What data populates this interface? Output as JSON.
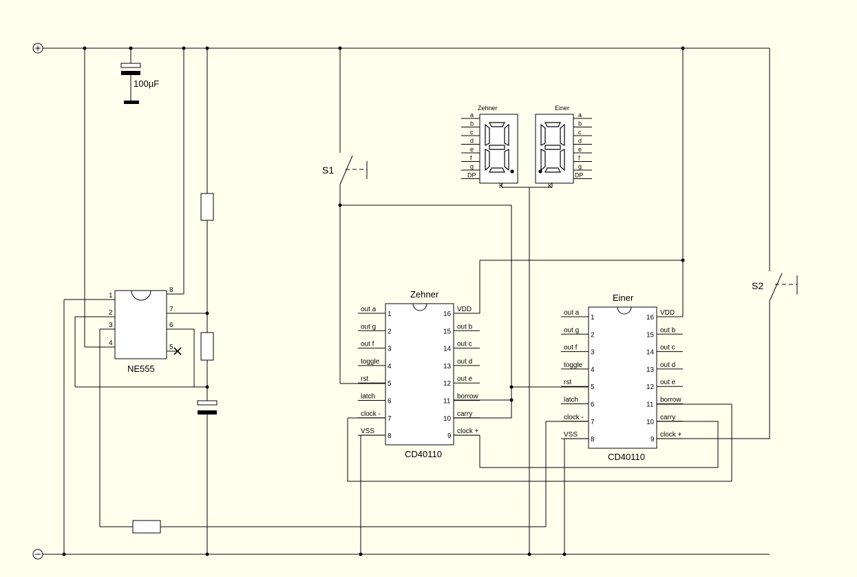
{
  "rails": {
    "plus_symbol": "+",
    "minus_symbol": "−"
  },
  "capacitor": {
    "value": "100µF"
  },
  "timer": {
    "name": "NE555",
    "left_pins": [
      "1",
      "2",
      "3",
      "4"
    ],
    "right_pins": [
      "8",
      "7",
      "6",
      "5"
    ]
  },
  "switches": {
    "s1": "S1",
    "s2": "S2"
  },
  "counter_tens": {
    "title": "Zehner",
    "name": "CD40110",
    "left": [
      {
        "label": "out a",
        "num": "1"
      },
      {
        "label": "out g",
        "num": "2"
      },
      {
        "label": "out f",
        "num": "3"
      },
      {
        "label": "toggle",
        "num": "4"
      },
      {
        "label": "rst",
        "num": "5"
      },
      {
        "label": "latch",
        "num": "6"
      },
      {
        "label": "clock -",
        "num": "7"
      },
      {
        "label": "VSS",
        "num": "8"
      }
    ],
    "right": [
      {
        "label": "VDD",
        "num": "16"
      },
      {
        "label": "out b",
        "num": "15"
      },
      {
        "label": "out c",
        "num": "14"
      },
      {
        "label": "out d",
        "num": "13"
      },
      {
        "label": "out e",
        "num": "12"
      },
      {
        "label": "borrow",
        "num": "11"
      },
      {
        "label": "carry",
        "num": "10"
      },
      {
        "label": "clock +",
        "num": "9"
      }
    ]
  },
  "counter_units": {
    "title": "Einer",
    "name": "CD40110",
    "left": [
      {
        "label": "out a",
        "num": "1"
      },
      {
        "label": "out g",
        "num": "2"
      },
      {
        "label": "out f",
        "num": "3"
      },
      {
        "label": "toggle",
        "num": "4"
      },
      {
        "label": "rst",
        "num": "5"
      },
      {
        "label": "latch",
        "num": "6"
      },
      {
        "label": "clock -",
        "num": "7"
      },
      {
        "label": "VSS",
        "num": "8"
      }
    ],
    "right": [
      {
        "label": "VDD",
        "num": "16"
      },
      {
        "label": "out b",
        "num": "15"
      },
      {
        "label": "out c",
        "num": "14"
      },
      {
        "label": "out d",
        "num": "13"
      },
      {
        "label": "out e",
        "num": "12"
      },
      {
        "label": "borrow",
        "num": "11"
      },
      {
        "label": "carry",
        "num": "10"
      },
      {
        "label": "clock +",
        "num": "9"
      }
    ]
  },
  "displays": {
    "tens": {
      "title": "Zehner",
      "segments": [
        "a",
        "b",
        "c",
        "d",
        "e",
        "f",
        "g",
        "DP"
      ],
      "cathode": "K"
    },
    "units": {
      "title": "Einer",
      "segments": [
        "a",
        "b",
        "c",
        "d",
        "e",
        "f",
        "g",
        "DP"
      ],
      "cathode": "K"
    }
  }
}
